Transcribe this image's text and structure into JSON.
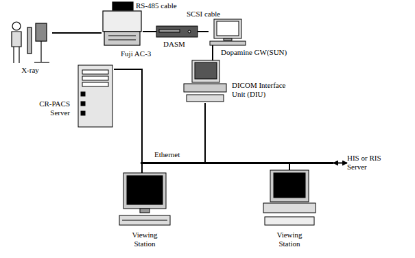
{
  "diagram": {
    "nodes": [
      {
        "text": [
          "X-ray"
        ]
      },
      {
        "text": [
          "Fuji AC-3"
        ]
      },
      {
        "text": [
          "DASM"
        ]
      },
      {
        "text": [
          "Dopamine GW(SUN)"
        ]
      },
      {
        "text": [
          "CR-PACS Server"
        ]
      },
      {
        "text": [
          "DICOM Interface Unit (DIU)"
        ]
      },
      {
        "text": [
          "Ethernet"
        ]
      },
      {
        "text": [
          "HIS or RIS Server"
        ]
      },
      {
        "text": [
          "Viewing Station"
        ]
      },
      {
        "text": [
          "Viewing Station"
        ]
      }
    ],
    "edges": [
      {
        "from": 0,
        "to": 1,
        "arrow": "none"
      },
      {
        "from": 1,
        "to": 2,
        "arrow": "none"
      },
      {
        "from": 2,
        "to": 3,
        "arrow": "none"
      },
      {
        "from": 3,
        "to": 5,
        "arrow": "none"
      },
      {
        "from": 4,
        "to": 6,
        "arrow": "none"
      },
      {
        "from": 5,
        "to": 6,
        "arrow": "none"
      },
      {
        "from": 8,
        "to": 6,
        "arrow": "none"
      },
      {
        "from": 9,
        "to": 6,
        "arrow": "none"
      },
      {
        "from": 6,
        "to": 7,
        "arrow": "both"
      }
    ],
    "labels": [
      "RS-485 cable",
      "SCSI cable"
    ]
  }
}
